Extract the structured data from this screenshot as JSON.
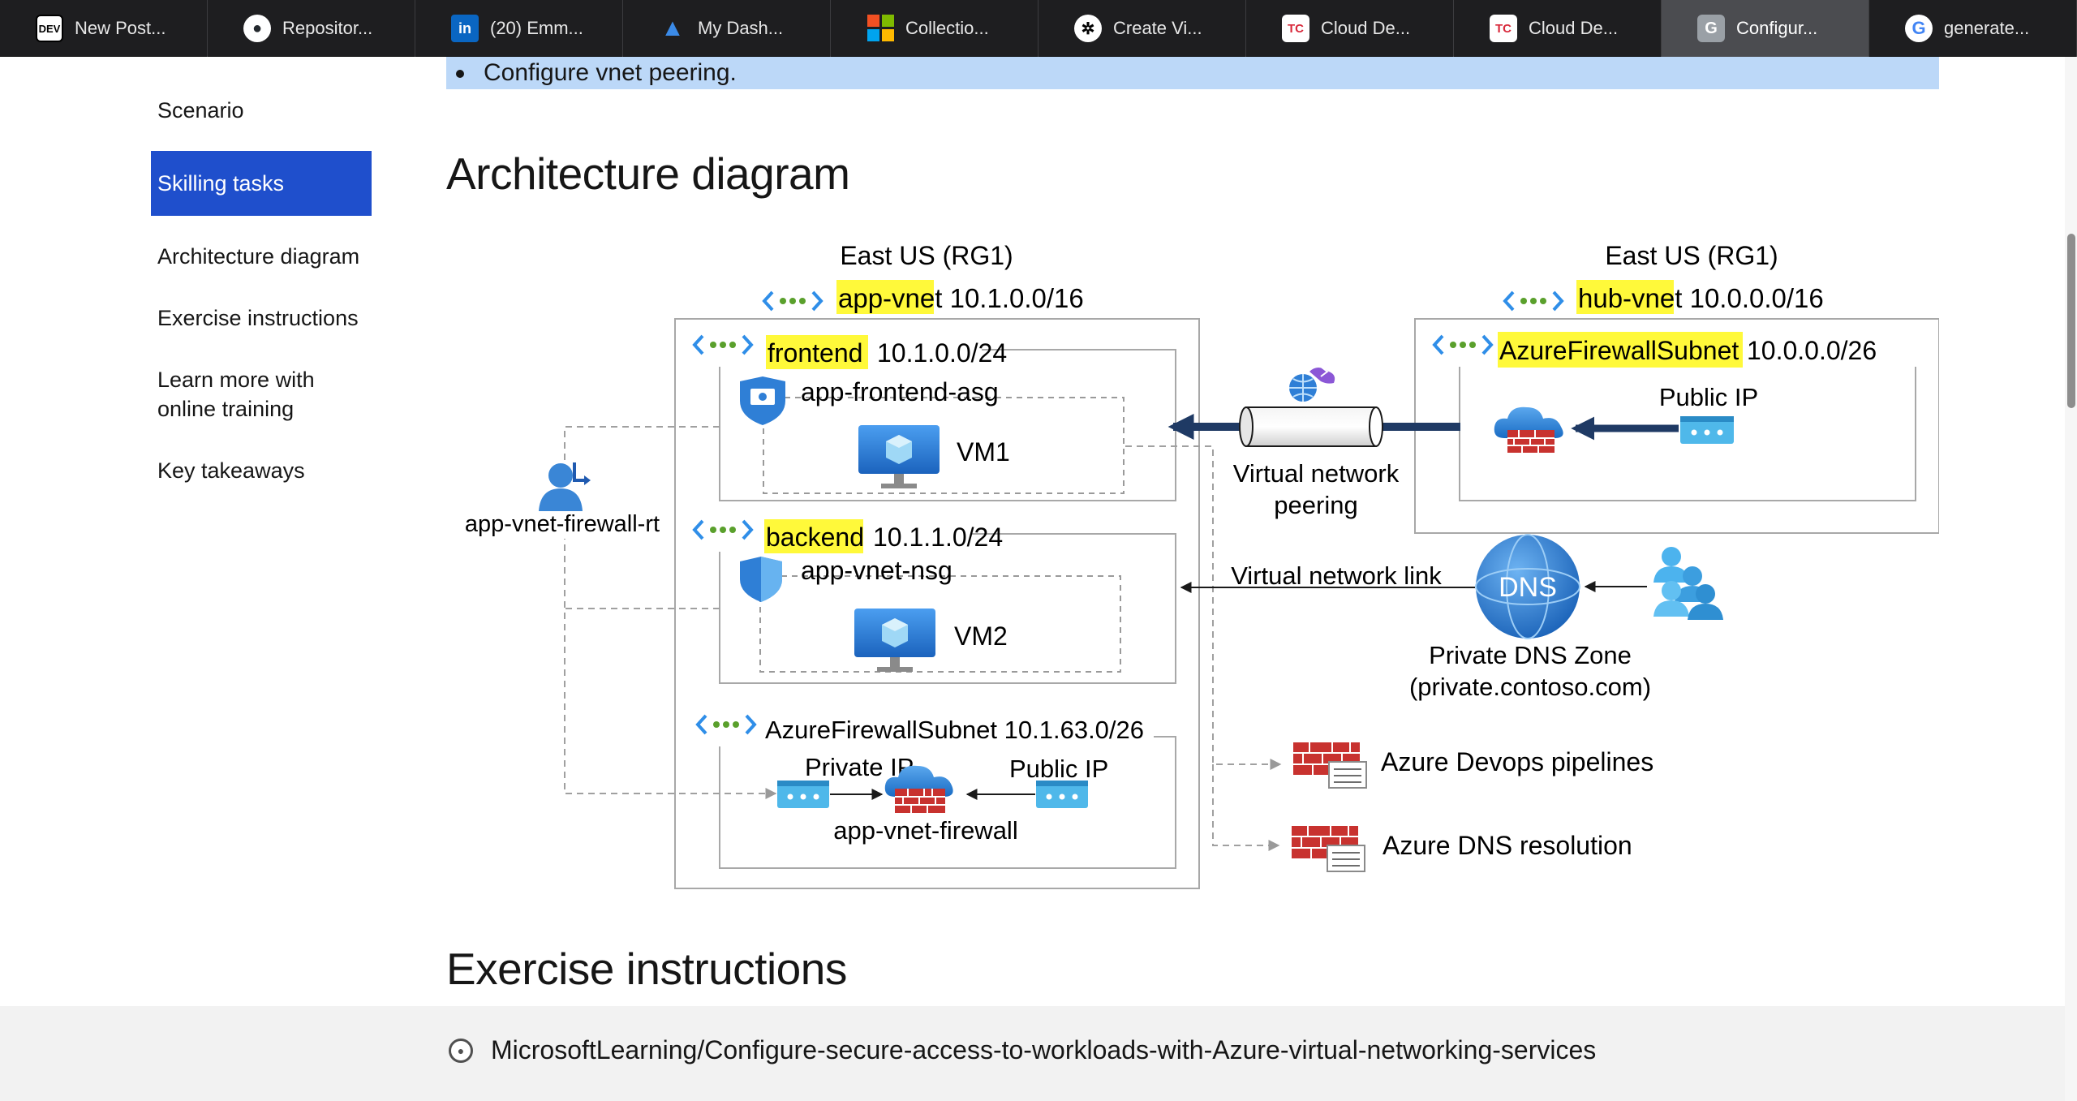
{
  "tabs": [
    {
      "label": "New Post...",
      "icon": "dev-logo-icon",
      "active": false
    },
    {
      "label": "Repositor...",
      "icon": "github-icon",
      "active": false
    },
    {
      "label": "(20) Emm...",
      "icon": "linkedin-icon",
      "active": false
    },
    {
      "label": "My Dash...",
      "icon": "azure-icon",
      "active": false
    },
    {
      "label": "Collectio...",
      "icon": "microsoft-icon",
      "active": false
    },
    {
      "label": "Create Vi...",
      "icon": "openai-icon",
      "active": false
    },
    {
      "label": "Cloud De...",
      "icon": "tc-icon",
      "active": false
    },
    {
      "label": "Cloud De...",
      "icon": "tc-icon",
      "active": false
    },
    {
      "label": "Configur...",
      "icon": "g-icon",
      "active": true
    },
    {
      "label": "generate...",
      "icon": "google-icon",
      "active": false
    }
  ],
  "sidebar": {
    "items": [
      {
        "label": "Scenario",
        "active": false
      },
      {
        "label": "Skilling tasks",
        "active": true
      },
      {
        "label": "Architecture diagram",
        "active": false
      },
      {
        "label": "Exercise instructions",
        "active": false
      },
      {
        "label": "Learn more with online training",
        "active": false
      },
      {
        "label": "Key takeaways",
        "active": false
      }
    ]
  },
  "main": {
    "bullet": "Configure vnet peering.",
    "architecture_heading": "Architecture diagram",
    "exercise_heading": "Exercise instructions",
    "repo_link": "MicrosoftLearning/Configure-secure-access-to-workloads-with-Azure-virtual-networking-services"
  },
  "diagram": {
    "app_region": "East US (RG1)",
    "app_vnet_name": "app-vne",
    "app_vnet_suffix": "t 10.1.0.0/16",
    "hub_region": "East US (RG1)",
    "hub_vnet_name": "hub-vne",
    "hub_vnet_suffix": "t 10.0.0.0/16",
    "frontend_name": "frontend",
    "frontend_cidr": "10.1.0.0/24",
    "frontend_asg": "app-frontend-asg",
    "vm1": "VM1",
    "backend_name": "backend",
    "backend_cidr": "10.1.1.0/24",
    "backend_nsg": "app-vnet-nsg",
    "vm2": "VM2",
    "app_fw_subnet": "AzureFirewallSubnet  10.1.63.0/26",
    "private_ip": "Private IP",
    "public_ip_app": "Public IP",
    "app_firewall": "app-vnet-firewall",
    "route_table": "app-vnet-firewall-rt",
    "hub_fw_subnet_name": "AzureFirewallSubnet",
    "hub_fw_subnet_cidr": "10.0.0.0/26",
    "public_ip_hub": "Public IP",
    "peering_line1": "Virtual network",
    "peering_line2": "peering",
    "vnet_link": "Virtual network link",
    "dns_badge": "DNS",
    "dns_zone_line1": "Private DNS Zone",
    "dns_zone_line2": "(private.contoso.com)",
    "devops_label": "Azure Devops pipelines",
    "dns_resolution_label": "Azure DNS resolution"
  },
  "colors": {
    "highlight_yellow": "#fff93a",
    "nav_active": "#1f4fcc",
    "bullet_band": "#bcd8f8",
    "azure_blue": "#1a73c9",
    "firewall_red": "#c8322f",
    "peering_arrow": "#1f3a64"
  }
}
